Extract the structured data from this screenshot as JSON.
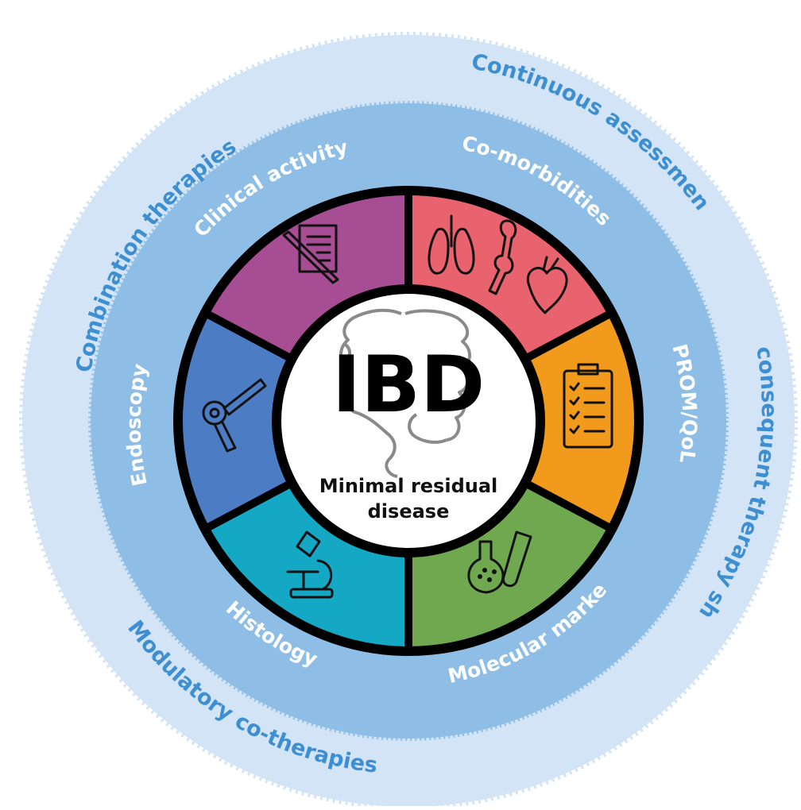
{
  "center": {
    "title": "IBD",
    "subtitle_line1": "Minimal residual",
    "subtitle_line2": "disease"
  },
  "segments": [
    {
      "key": "clinical",
      "label": "Clinical activity",
      "color": "#a64d94",
      "icon": "clipboard-pen-icon"
    },
    {
      "key": "comorbid",
      "label": "Co-morbidities",
      "color": "#e8636e",
      "icon": "organs-icon"
    },
    {
      "key": "prom",
      "label": "PROM/QoL",
      "color": "#f29a1c",
      "icon": "checklist-icon"
    },
    {
      "key": "molecular",
      "label": "Molecular marker",
      "color": "#6fa84f",
      "icon": "lab-flasks-icon"
    },
    {
      "key": "histology",
      "label": "Histology",
      "color": "#14a8c4",
      "icon": "microscope-icon"
    },
    {
      "key": "endoscopy",
      "label": "Endoscopy",
      "color": "#4b7cc4",
      "icon": "endoscope-icon"
    }
  ],
  "outer_labels": {
    "combination": "Combination therapies",
    "continuous": "Continuous assessment",
    "consequent": "consequent therapy shift",
    "modulatory": "Modulatory co-therapies"
  },
  "colors": {
    "outer_ring": "#d2e4f5",
    "middle_ring": "#8ebde6",
    "ring_border": "#000000",
    "outer_text": "#3d8fd1",
    "middle_text": "#ffffff"
  }
}
